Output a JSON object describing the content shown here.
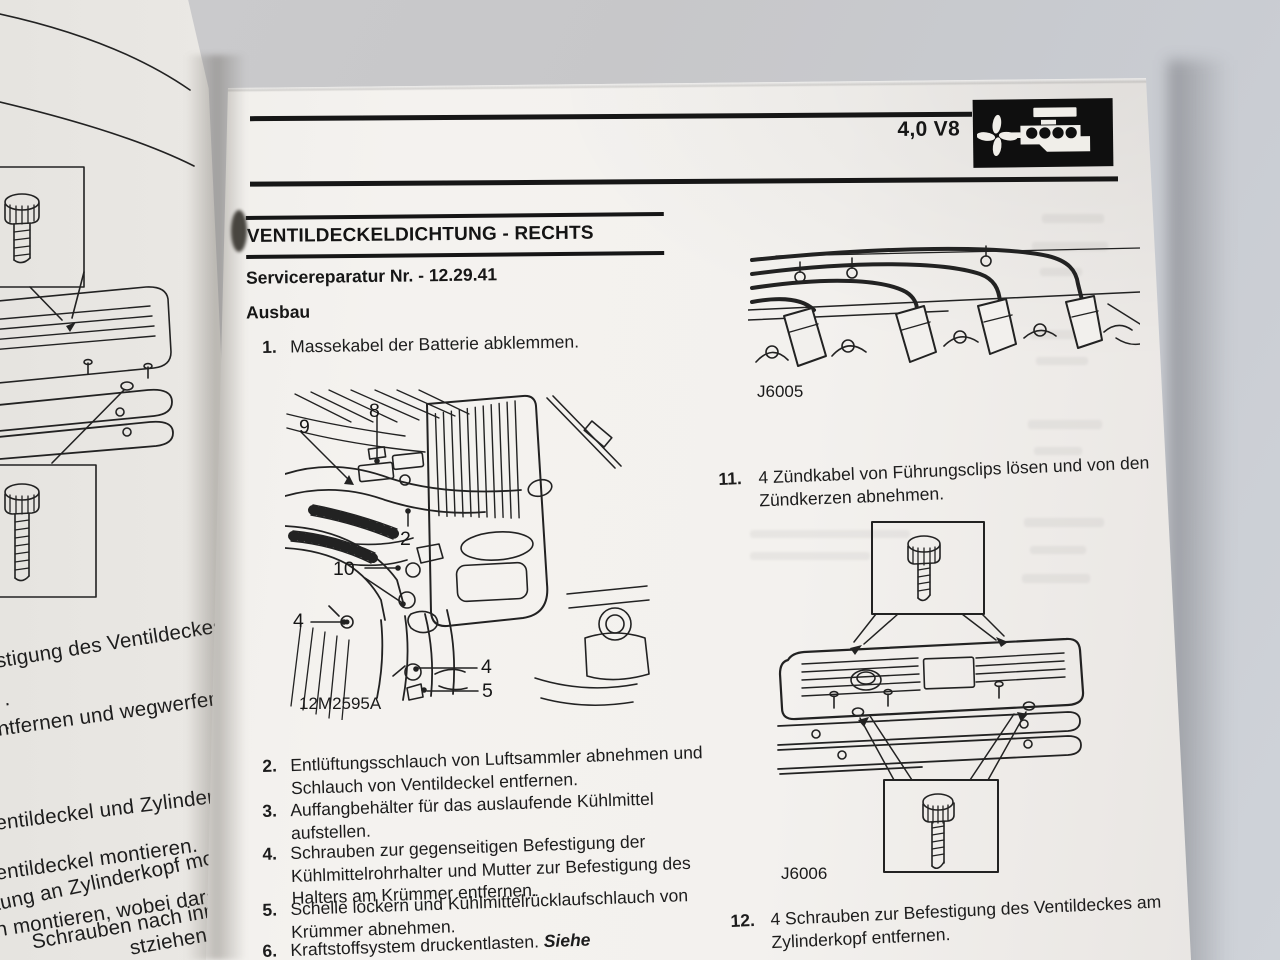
{
  "left_page": {
    "fragments": [
      "stigung des Ventildeckes a",
      ".",
      ".",
      "ntfernen und wegwerfen.",
      "entildeckel und Zylinderkopf",
      "entildeckel montieren.",
      "tung an Zylinderkopf monti",
      "n montieren, wobei darauf",
      "Schrauben nach inne",
      "stziehen:"
    ]
  },
  "right_page": {
    "header": {
      "engine_variant": "4,0 V8",
      "engine_icon": "engine-icon"
    },
    "title": "VENTILDECKELDICHTUNG - RECHTS",
    "service_line": "Servicereparatur Nr. - 12.29.41",
    "section_heading": "Ausbau",
    "steps_left": [
      {
        "num": "1.",
        "lines": [
          "Massekabel der Batterie abklemmen."
        ]
      },
      {
        "num": "2.",
        "lines": [
          "Entlüftungsschlauch von Luftsammler abnehmen und",
          "Schlauch von Ventildeckel entfernen."
        ]
      },
      {
        "num": "3.",
        "lines": [
          "Auffangbehälter für das auslaufende Kühlmittel",
          "aufstellen."
        ]
      },
      {
        "num": "4.",
        "lines": [
          "Schrauben zur gegenseitigen Befestigung der",
          "Kühlmittelrohrhalter und Mutter zur Befestigung des",
          "Halters am Krümmer entfernen."
        ]
      },
      {
        "num": "5.",
        "lines": [
          "Schelle lockern und Kühlmittelrücklaufschlauch von",
          "Krümmer abnehmen."
        ]
      },
      {
        "num": "6.",
        "text": "Kraftstoffsystem druckentlasten. ",
        "emphasis": "Siehe"
      }
    ],
    "steps_right": [
      {
        "num": "11.",
        "lines": [
          "4 Zündkabel von Führungsclips lösen und von den",
          "Zündkerzen abnehmen."
        ]
      },
      {
        "num": "12.",
        "lines": [
          "4 Schrauben zur Befestigung des Ventildeckes am",
          "Zylinderkopf entfernen."
        ]
      }
    ],
    "figure1": {
      "label": "12M2595A",
      "callouts": [
        "9",
        "8",
        "2",
        "10",
        "4",
        "4",
        "5"
      ]
    },
    "figure2": {
      "label": "J6005"
    },
    "figure3": {
      "label": "J6006"
    }
  }
}
